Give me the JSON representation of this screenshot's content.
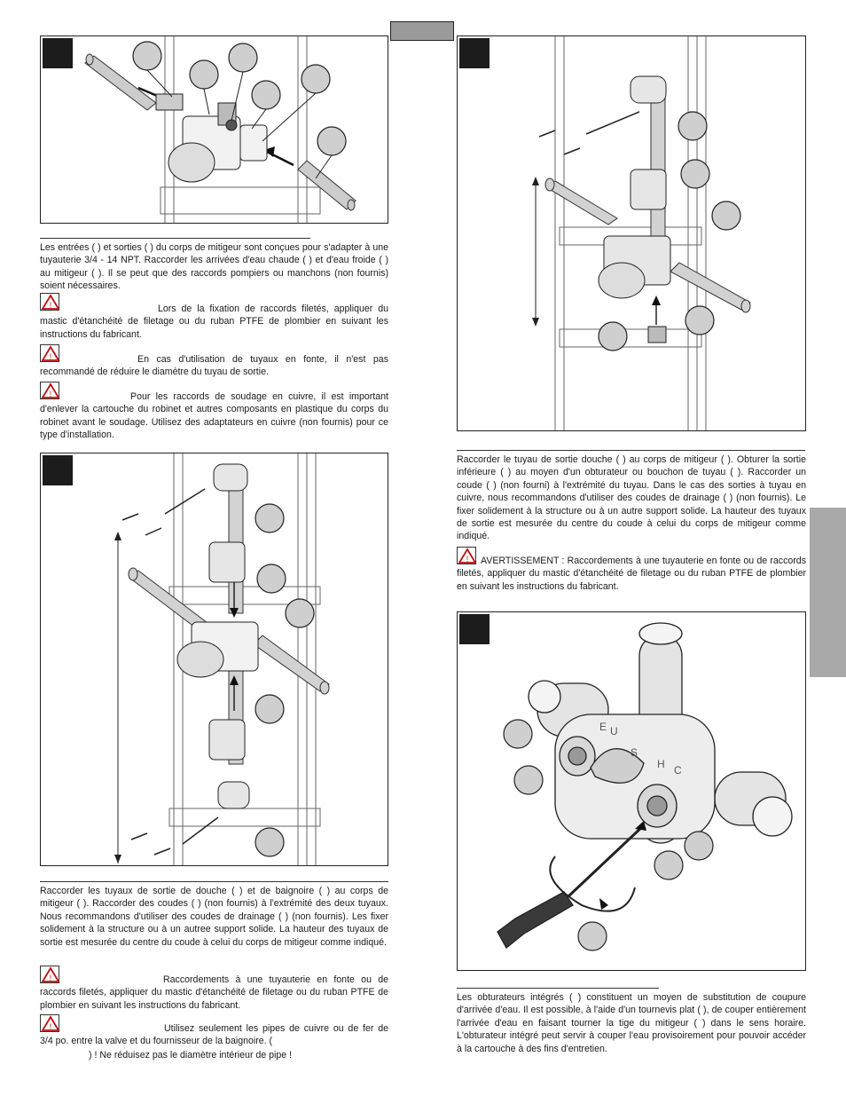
{
  "page": {
    "header_tab": "",
    "side_tab": ""
  },
  "sections": {
    "s1": {
      "paragraph": "Les entrées (     ) et sorties (     ) du corps de mitigeur sont conçues pour s'adapter à une tuyauterie 3/4 - 14 NPT. Raccorder les arrivées d'eau chaude (     ) et d'eau froide (     ) au mitigeur (     ). Il se peut que des raccords pompiers ou manchons  (non fournis) soient nécessaires.",
      "warnings": [
        "Lors de la fixation de raccords filetés, appliquer du mastic d'étanchéité de filetage ou du ruban PTFE de plombier en suivant les instructions du fabricant.",
        "En cas d'utilisation de tuyaux en fonte, il n'est pas recommandé de réduire le diamètre du tuyau de sortie.",
        "Pour les raccords de soudage en cuivre, il est important d'enlever la cartouche du robinet et autres composants en plastique du corps du robinet avant le soudage. Utilisez des adaptateurs en cuivre (non fournis) pour ce type d'installation."
      ]
    },
    "s2": {
      "paragraph": "Raccorder les tuyaux de sortie de douche (     ) et de baignoire (     ) au corps de mitigeur (     ). Raccorder des coudes (     ) (non fournis) à l'extrémité des deux tuyaux. Nous recommandons d'utiliser des coudes de drainage (     ) (non fournis). Les fixer solidement à la structure ou à un autree support solide. La hauteur des tuyaux de sortie est mesurée du centre du coude à celui du corps de mitigeur comme indiqué.",
      "warnings": [
        "Raccordements à une tuyauterie en fonte ou  de raccords filetés, appliquer du mastic d'étanchéité de filetage ou du ruban PTFE de plombier en suivant les instructions du fabricant.",
        "Utilisez seulement les pipes de cuivre ou de fer de 3/4 po. entre la valve et du fournisseur de la baignoire. (",
        ") ! Ne réduisez pas le diamètre intérieur de pipe !"
      ]
    },
    "s3": {
      "paragraph": "Raccorder le tuyau de sortie douche (     ) au corps de mitigeur (     ). Obturer la sortie inférieure (     ) au moyen d'un obturateur ou bouchon de tuyau (     ). Raccorder un coude (     ) (non fourni) à l'extrémité du tuyau. Dans le cas des sorties à tuyau en cuivre, nous recommandons d'utiliser des coudes de drainage (     ) (non fournis). Le fixer solidement à la structure ou à un autre support solide. La hauteur des tuyaux de sortie est mesurée du centre du coude à celui du corps de mitigeur comme indiqué.",
      "warnings": [
        "AVERTISSEMENT : Raccordements à une tuyauterie en fonte ou  de raccords filetés, appliquer du mastic d'étanchéité de filetage ou du ruban PTFE de plombier en suivant les instructions du fabricant."
      ]
    },
    "s4": {
      "paragraph": "Les obturateurs intégrés (     ) constituent un moyen de substitution de coupure d'arrivée d'eau. Il est possible, à l'aide d'un tournevis plat (     ), de couper entièrement l'arrivée d'eau en faisant tourner la tige du mitigeur (     ) dans le sens horaire. L'obturateur intégré peut servir à couper l'eau provisoirement pour pouvoir accéder à la cartouche à des fins d'entretien."
    }
  },
  "figures": {
    "fig4": {
      "labels": [
        "E",
        "U",
        "S",
        "H",
        "C"
      ]
    }
  }
}
